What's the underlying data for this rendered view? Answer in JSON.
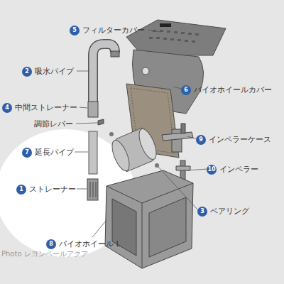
{
  "diagram": {
    "nodes": [
      {
        "text": [
          "5",
          "フィルターカバー"
        ]
      },
      {
        "text": [
          "2",
          "吸水パイプ"
        ]
      },
      {
        "text": [
          "6",
          "バイオホイールカバー"
        ]
      },
      {
        "text": [
          "4",
          "中間ストレーナー"
        ]
      },
      {
        "text": [
          "7",
          "延長パイプ"
        ]
      },
      {
        "text": [
          "9",
          "インペラーケース"
        ]
      },
      {
        "text": [
          "10",
          "インペラー"
        ]
      },
      {
        "text": [
          "1",
          "ストレーナー"
        ]
      },
      {
        "text": [
          "3",
          "ベアリング"
        ]
      },
      {
        "text": [
          "8",
          "バイオホイール L"
        ]
      }
    ],
    "edges": [],
    "labels": [
      "調節レバー",
      "Photo レヨンベールアクア"
    ]
  }
}
